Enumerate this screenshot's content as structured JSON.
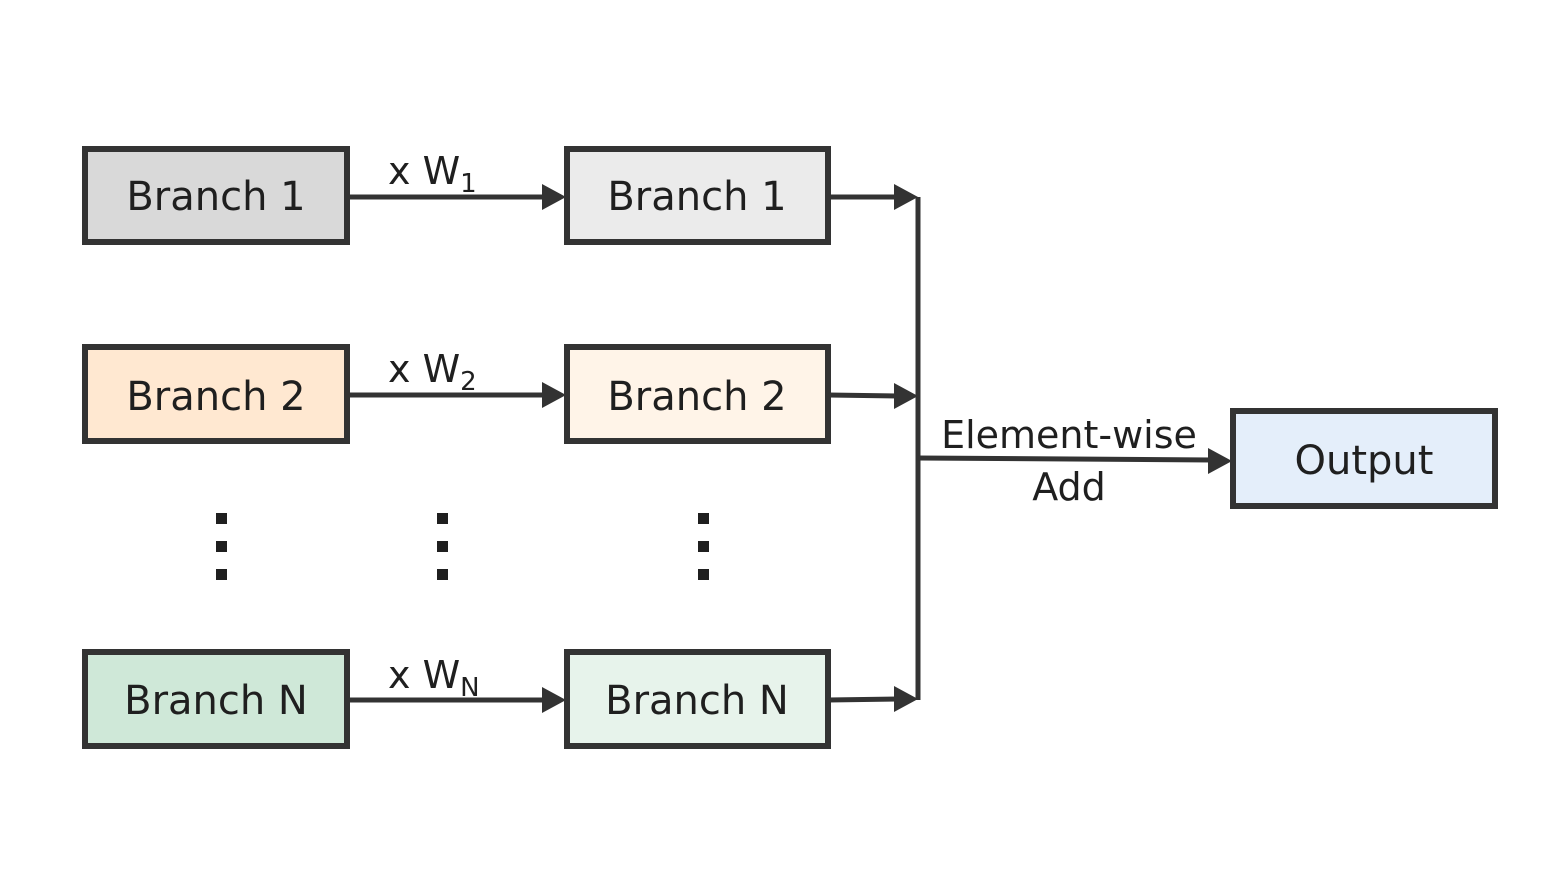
{
  "diagram": {
    "rows": [
      {
        "source_label": "Branch 1",
        "weight_base": "x W",
        "weight_sub": "1",
        "target_label": "Branch 1",
        "source_color": "#d9d9d9",
        "target_color": "#ebebeb"
      },
      {
        "source_label": "Branch 2",
        "weight_base": "x W",
        "weight_sub": "2",
        "target_label": "Branch 2",
        "source_color": "#ffe8d1",
        "target_color": "#fff4e8"
      },
      {
        "source_label": "Branch N",
        "weight_base": "x W",
        "weight_sub": "N",
        "target_label": "Branch N",
        "source_color": "#cfe8d8",
        "target_color": "#e7f3eb"
      }
    ],
    "operation": {
      "line1": "Element-wise",
      "line2": "Add"
    },
    "output": {
      "label": "Output",
      "color": "#e4eefa"
    },
    "stroke_color": "#333333"
  }
}
